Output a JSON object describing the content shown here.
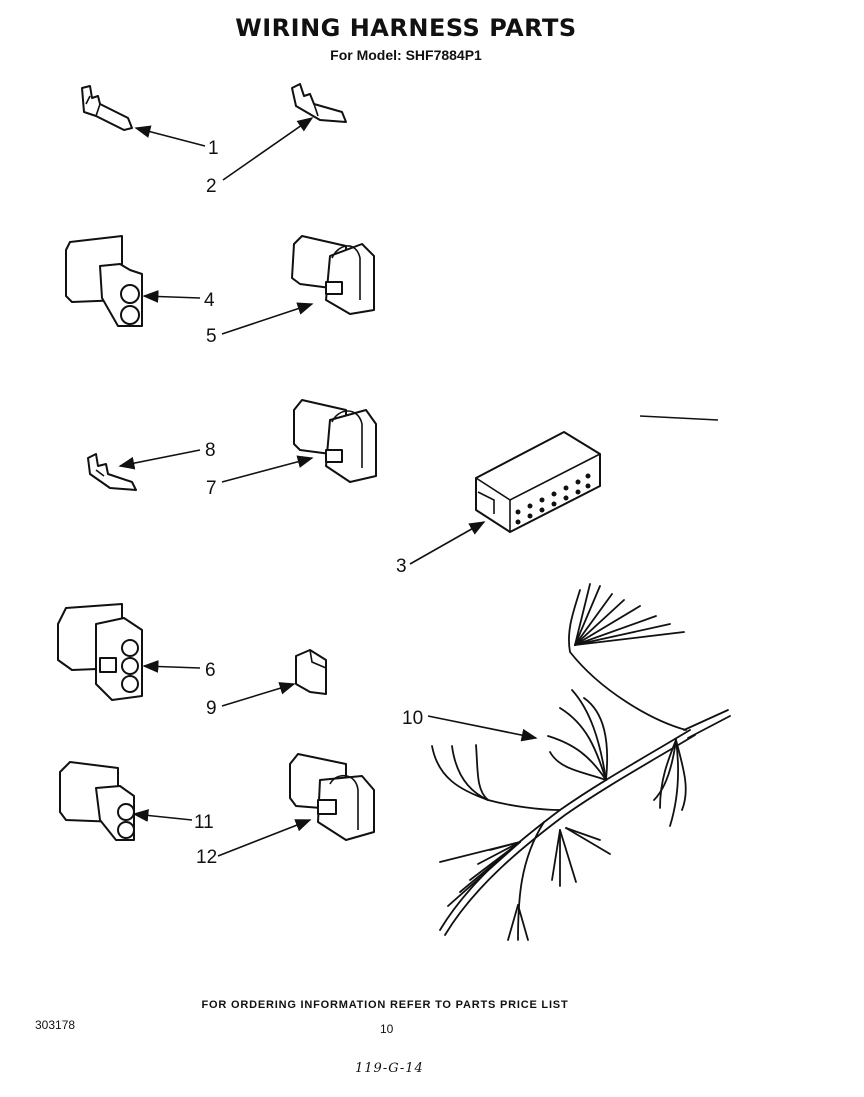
{
  "header": {
    "title": "WIRING HARNESS PARTS",
    "subtitle": "For Model: SHF7884P1"
  },
  "callouts": [
    "1",
    "2",
    "4",
    "5",
    "8",
    "7",
    "3",
    "6",
    "9",
    "10",
    "11",
    "12"
  ],
  "footer": {
    "ordering_note": "FOR ORDERING INFORMATION REFER TO PARTS PRICE LIST",
    "doc_number": "303178",
    "page_number": "10",
    "handwritten_code": "119-G-14"
  }
}
